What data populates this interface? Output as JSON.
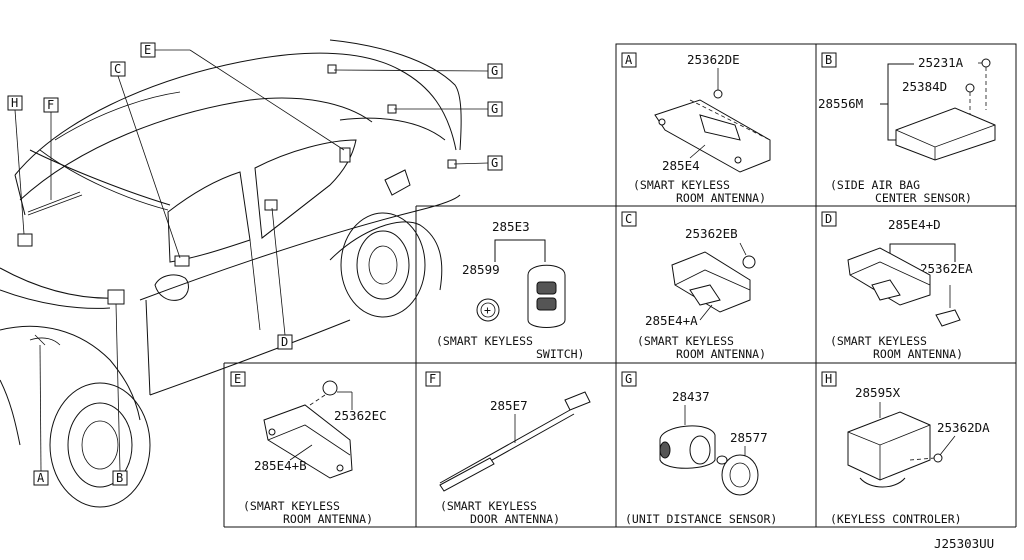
{
  "diagram": {
    "ref_code": "J25303UU",
    "car_callouts": {
      "A": "A",
      "B": "B",
      "C": "C",
      "D": "D",
      "E": "E",
      "F": "F",
      "G1": "G",
      "G2": "G",
      "G3": "G",
      "H": "H"
    },
    "panels": {
      "A": {
        "letter": "A",
        "parts": [
          "25362DE",
          "285E4"
        ],
        "caption1": "(SMART KEYLESS",
        "caption2": "ROOM ANTENNA)"
      },
      "B": {
        "letter": "B",
        "parts": [
          "25231A",
          "25384D",
          "28556M"
        ],
        "caption1": "(SIDE AIR BAG",
        "caption2": "CENTER SENSOR)"
      },
      "switch": {
        "parts": [
          "285E3",
          "28599"
        ],
        "caption1": "(SMART KEYLESS",
        "caption2": "SWITCH)"
      },
      "C": {
        "letter": "C",
        "parts": [
          "25362EB",
          "285E4+A"
        ],
        "caption1": "(SMART KEYLESS",
        "caption2": "ROOM ANTENNA)"
      },
      "D": {
        "letter": "D",
        "parts": [
          "285E4+D",
          "25362EA"
        ],
        "caption1": "(SMART KEYLESS",
        "caption2": "ROOM ANTENNA)"
      },
      "E": {
        "letter": "E",
        "parts": [
          "25362EC",
          "285E4+B"
        ],
        "caption1": "(SMART KEYLESS",
        "caption2": "ROOM ANTENNA)"
      },
      "F": {
        "letter": "F",
        "parts": [
          "285E7"
        ],
        "caption1": "(SMART KEYLESS",
        "caption2": "DOOR ANTENNA)"
      },
      "G": {
        "letter": "G",
        "parts": [
          "28437",
          "28577"
        ],
        "caption1": "(UNIT DISTANCE SENSOR)"
      },
      "H": {
        "letter": "H",
        "parts": [
          "28595X",
          "25362DA"
        ],
        "caption1": "(KEYLESS CONTROLER)"
      }
    }
  }
}
